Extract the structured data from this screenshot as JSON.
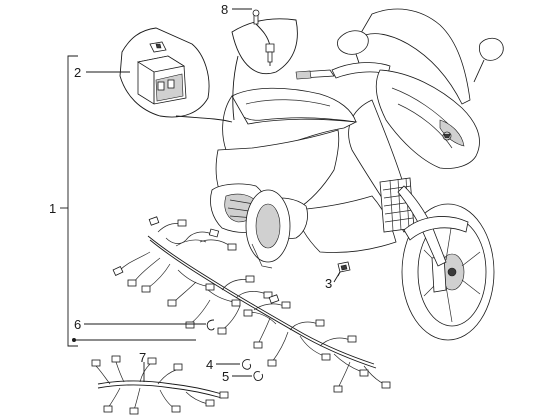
{
  "callouts": [
    {
      "id": "1",
      "label": "1"
    },
    {
      "id": "2",
      "label": "2"
    },
    {
      "id": "3",
      "label": "3"
    },
    {
      "id": "4",
      "label": "4"
    },
    {
      "id": "5",
      "label": "5"
    },
    {
      "id": "6",
      "label": "6"
    },
    {
      "id": "7",
      "label": "7"
    },
    {
      "id": "8",
      "label": "8"
    }
  ],
  "parts": {
    "1": "main-wiring-harness",
    "2": "electronic-control-unit",
    "3": "connector-clip",
    "4": "cable-clamp",
    "5": "cable-clamp",
    "6": "cable-clamp",
    "7": "secondary-wiring-harness",
    "8": "sensor-with-lead"
  },
  "colors": {
    "line": "#1a1a1a",
    "shade": "#d0d0d0",
    "background": "#ffffff"
  }
}
